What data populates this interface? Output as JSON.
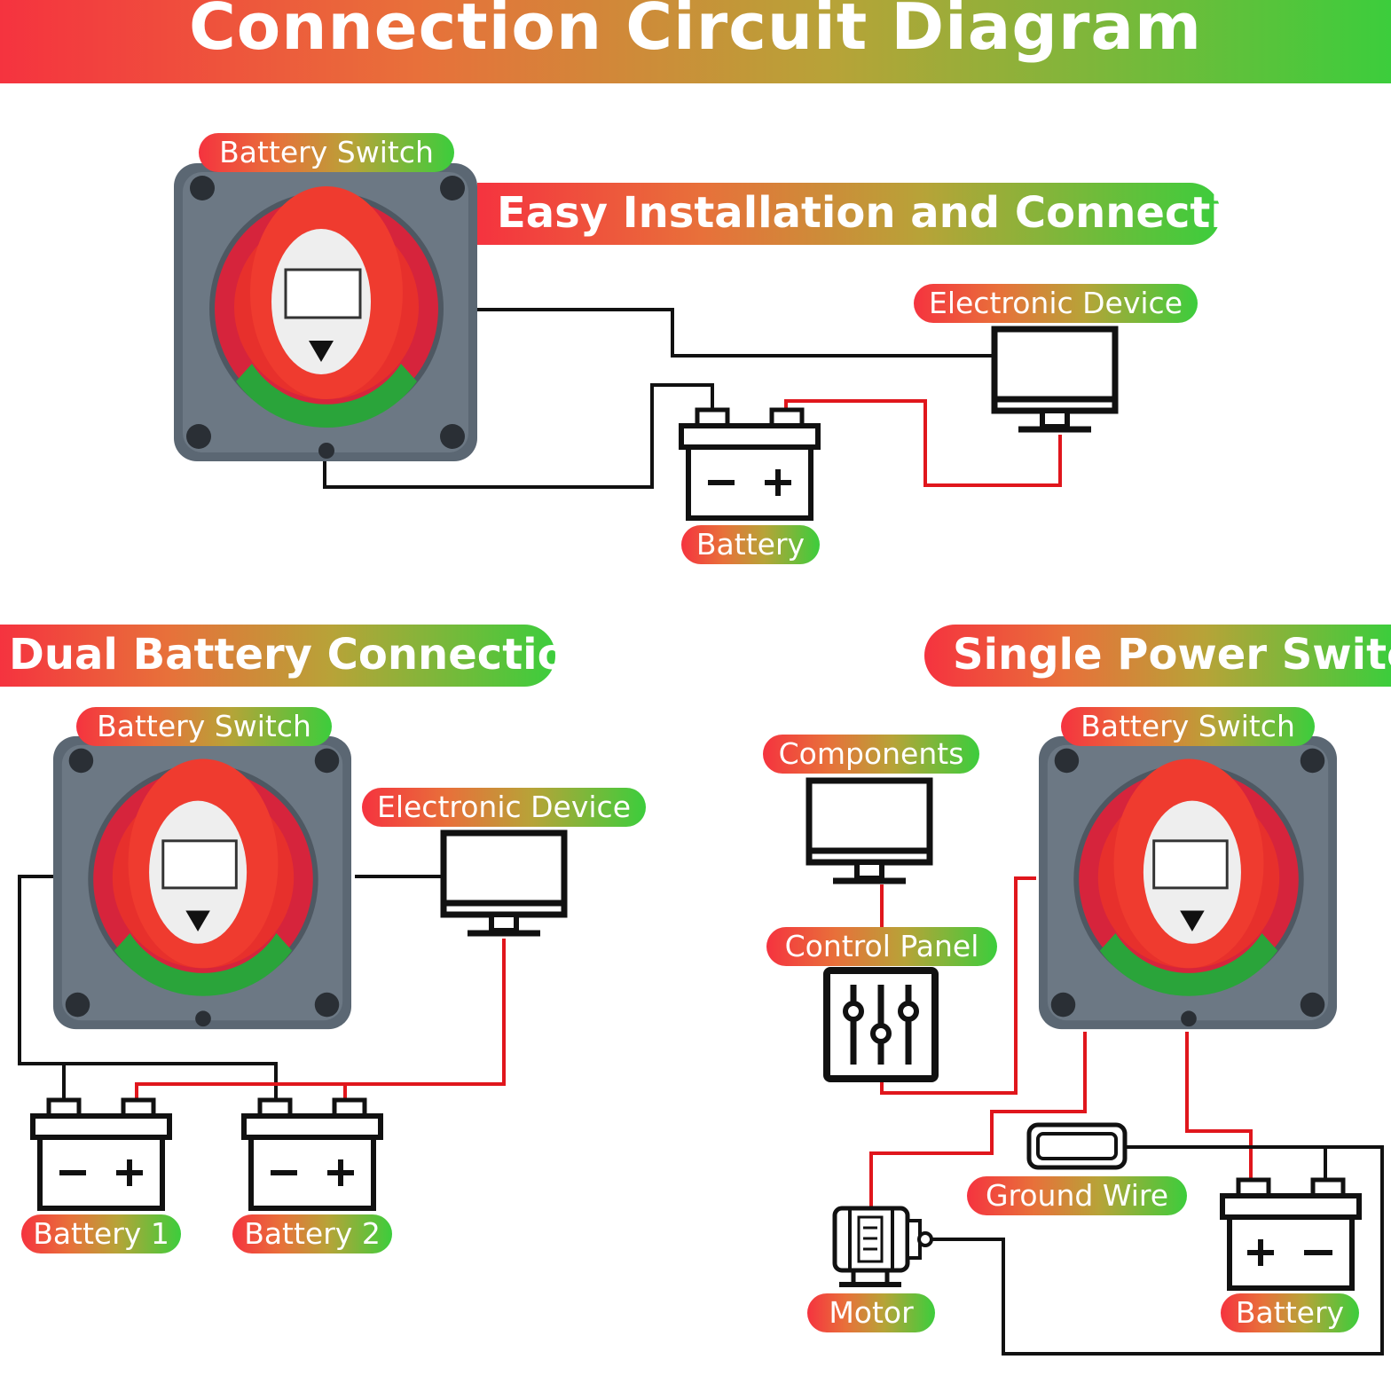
{
  "title": "Connection Circuit Diagram",
  "sections": {
    "easy": "Easy Installation and Connection",
    "dual": "Dual Battery Connection",
    "single": "Single Power Switch"
  },
  "labels": {
    "top_switch": "Battery Switch",
    "top_device": "Electronic Device",
    "top_battery": "Battery",
    "dual_switch": "Battery Switch",
    "dual_device": "Electronic Device",
    "dual_battery1": "Battery 1",
    "dual_battery2": "Battery 2",
    "single_switch": "Battery Switch",
    "components": "Components",
    "control_panel": "Control Panel",
    "ground_wire": "Ground Wire",
    "motor": "Motor",
    "single_battery": "Battery"
  },
  "colors": {
    "label_gradient": [
      "#f5333f",
      "#3ccd3c"
    ],
    "wire_positive": "#e0161c",
    "wire_negative": "#111111",
    "switch_body": "#5b6773",
    "switch_knob": "#e8242a"
  }
}
